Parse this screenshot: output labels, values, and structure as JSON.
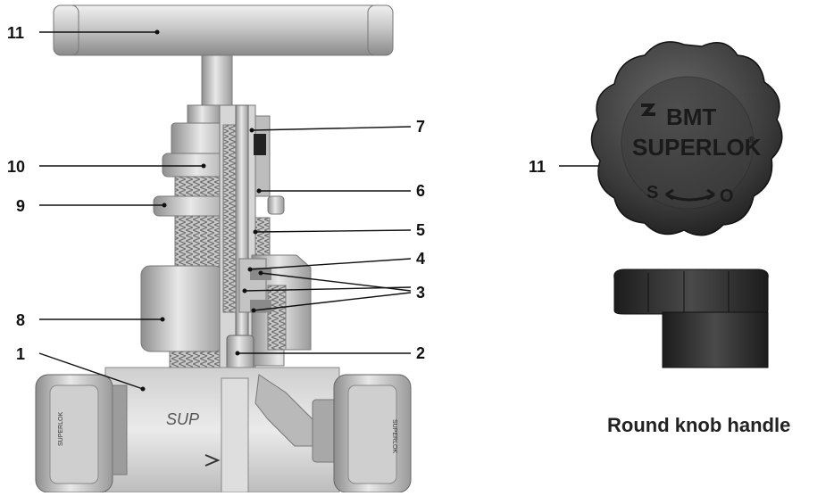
{
  "labels": {
    "l1": "1",
    "l2": "2",
    "l3": "3",
    "l4": "4",
    "l5": "5",
    "l6": "6",
    "l7": "7",
    "l8": "8",
    "l9": "9",
    "l10": "10",
    "l11": "11",
    "knob11": "11"
  },
  "knob": {
    "brand_top": "BMT",
    "brand_bottom": "SUPERLOK",
    "reg": "®",
    "s": "S",
    "o": "O"
  },
  "body_marks": {
    "logo": "SUP",
    "nut_left": "SUPERLOK",
    "nut_right": "SUPERLOK"
  },
  "caption": "Round knob handle",
  "colors": {
    "steel_light": "#d9d9d9",
    "steel_mid": "#b4b4b4",
    "steel_dark": "#7c7c7c",
    "knob": "#3a3a3a"
  }
}
